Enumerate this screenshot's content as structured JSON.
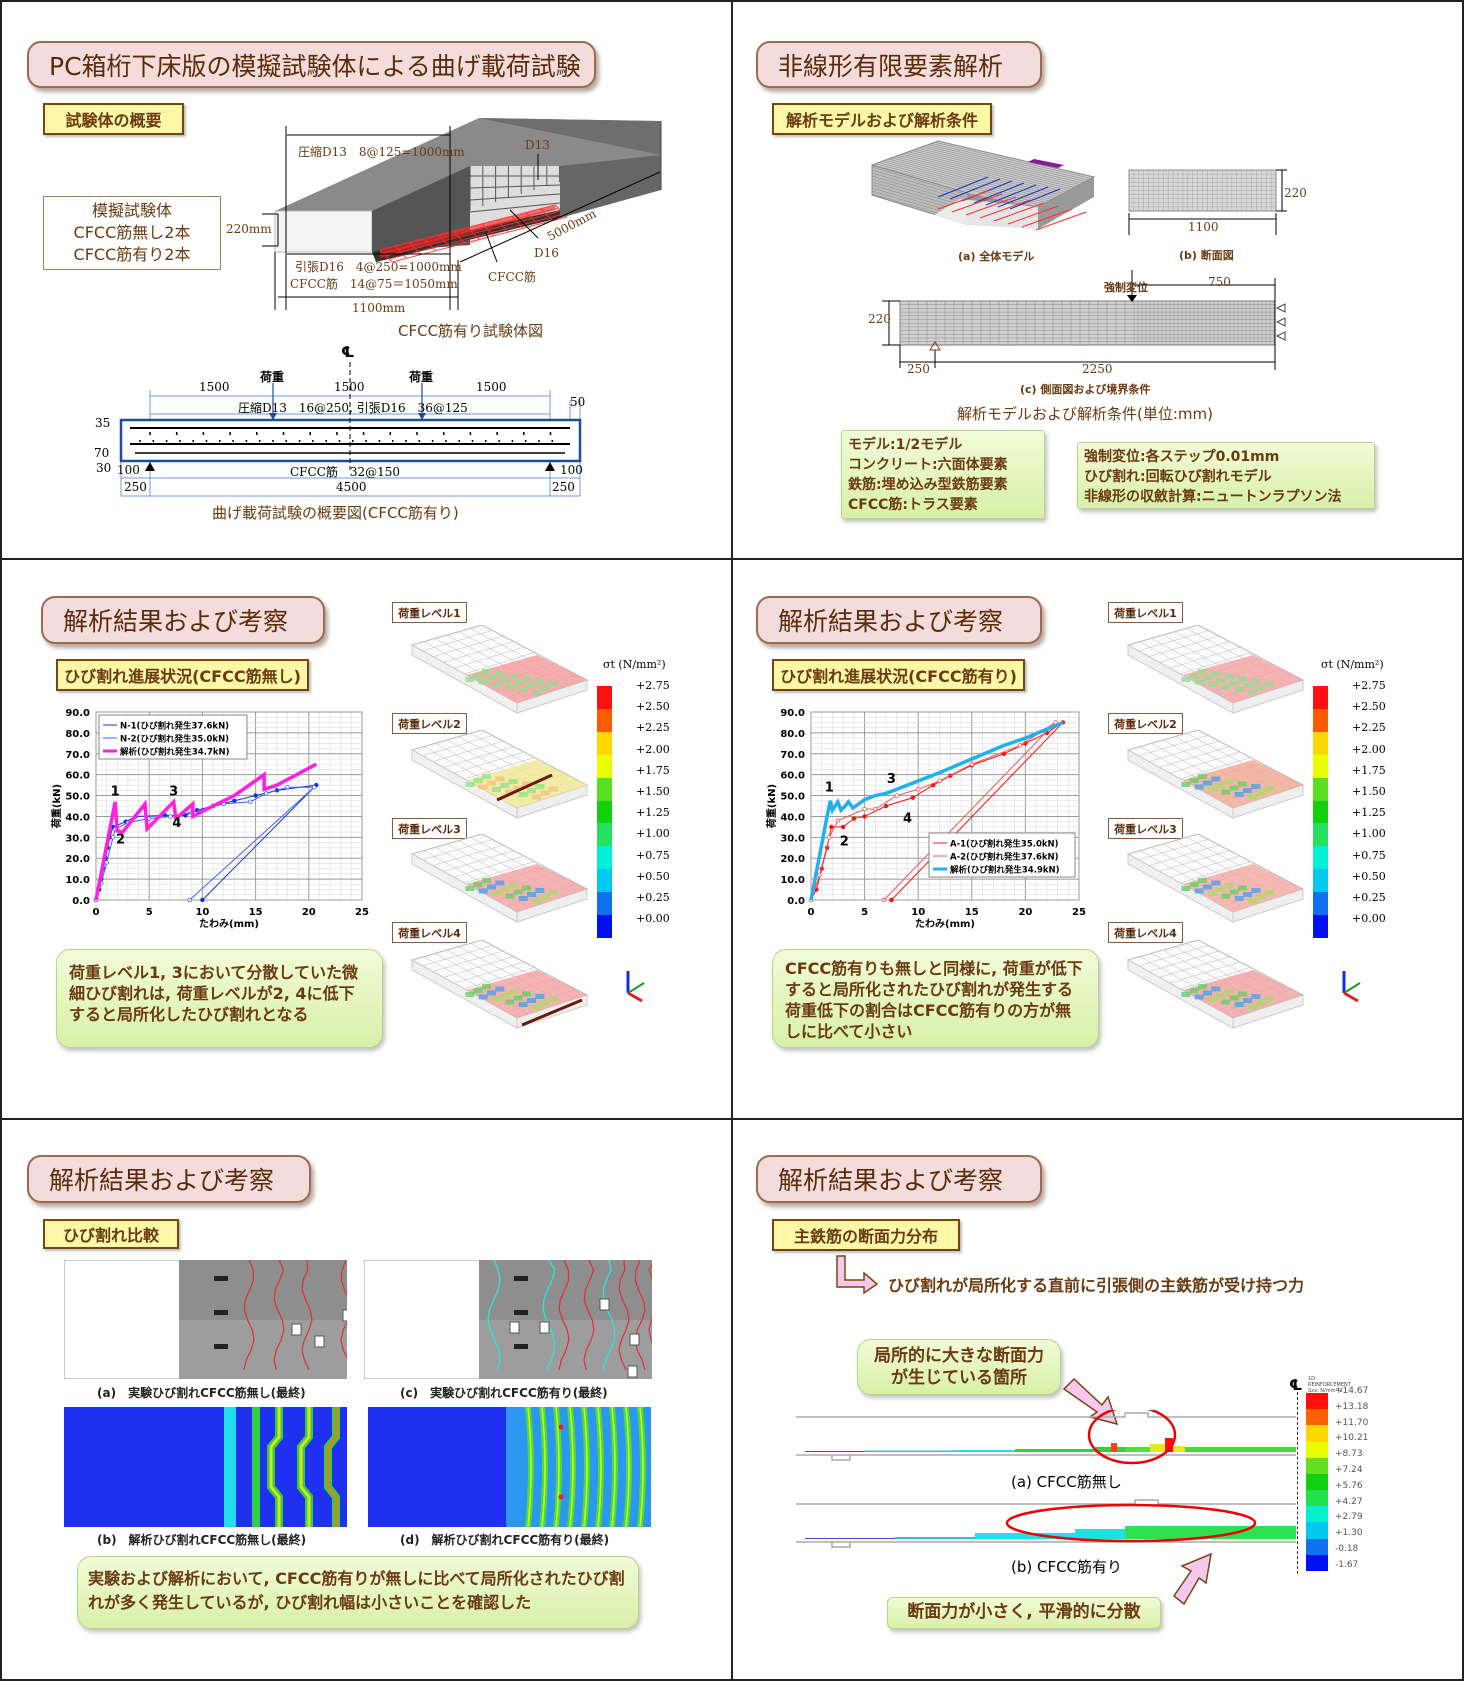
{
  "slide1": {
    "title": "PC箱桁下床版の模擬試験体による曲げ載荷試験",
    "subtitle": "試験体の概要",
    "specimen_box": [
      "模擬試験体",
      "CFCC筋無し2本",
      "CFCC筋有り2本"
    ],
    "specimen_labels": {
      "compression": "圧縮D13　8@125=1000mm",
      "d13": "D13",
      "height": "220mm",
      "length": "5000mm",
      "d16": "D16",
      "tension": "引張D16　4@250=1000mm",
      "cfcc_spacing": "CFCC筋　14@75＝1050mm",
      "cfcc": "CFCC筋",
      "width": "1100mm"
    },
    "specimen_caption": "CFCC筋有り試験体図",
    "beam": {
      "centerline": "℄",
      "load_left": "荷重",
      "load_right": "荷重",
      "span_left": "1500",
      "span_mid": "1500",
      "span_right": "1500",
      "rebar_text": "圧縮D13　16@250, 引張D16　36@125",
      "dim_50": "50",
      "dim_35": "35",
      "dim_70": "70",
      "dim_30": "30",
      "dim_100_left": "100",
      "cfcc_text": "CFCC筋　32@150",
      "dim_100_right": "100",
      "dim_250_left": "250",
      "dim_4500": "4500",
      "dim_250_right": "250"
    },
    "beam_caption": "曲げ載荷試験の概要図(CFCC筋有り)"
  },
  "slide2": {
    "title": "非線形有限要素解析",
    "subtitle": "解析モデルおよび解析条件",
    "cap_a": "(a) 全体モデル",
    "cap_b": "(b) 断面図",
    "dim_1100": "1100",
    "dim_220_b": "220",
    "forced": "強制変位",
    "dim_750": "750",
    "dim_220_c": "220",
    "dim_250": "250",
    "dim_2250": "2250",
    "cap_c": "(c) 側面図および境界条件",
    "figure_caption": "解析モデルおよび解析条件(単位:mm)",
    "left_box": [
      "モデル:1/2モデル",
      "コンクリート:六面体要素",
      "鉄筋:埋め込み型鉄筋要素",
      "CFCC筋:トラス要素"
    ],
    "right_box": [
      "強制変位:各ステップ0.01mm",
      "ひび割れ:回転ひび割れモデル",
      "非線形の収斂計算:ニュートンラプソン法"
    ]
  },
  "slide3": {
    "title": "解析結果および考察",
    "subtitle": "ひび割れ進展状況(CFCC筋無し)",
    "levels": [
      "荷重レベル1",
      "荷重レベル2",
      "荷重レベル3",
      "荷重レベル4"
    ],
    "note": "荷重レベル1, 3において分散していた微細ひび割れは, 荷重レベルが2, 4に低下すると局所化したひび割れとなる"
  },
  "slide4": {
    "title": "解析結果および考察",
    "subtitle": "ひび割れ進展状況(CFCC筋有り)",
    "levels": [
      "荷重レベル1",
      "荷重レベル2",
      "荷重レベル3",
      "荷重レベル4"
    ],
    "note": "CFCC筋有りも無しと同様に, 荷重が低下すると局所化されたひび割れが発生する荷重低下の割合はCFCC筋有りの方が無しに比べて小さい"
  },
  "stress_colorbar": {
    "title": "σt (N/mm²)",
    "labels": [
      "+2.75",
      "+2.50",
      "+2.25",
      "+2.00",
      "+1.75",
      "+1.50",
      "+1.25",
      "+1.00",
      "+0.75",
      "+0.50",
      "+0.25",
      "+0.00"
    ],
    "colors": [
      "#ff1010",
      "#ff5a00",
      "#ffd800",
      "#e8ff00",
      "#58e020",
      "#10d010",
      "#28e060",
      "#00f0d8",
      "#00c8f0",
      "#1070f0",
      "#0010f0"
    ]
  },
  "slide5": {
    "title": "解析結果および考察",
    "subtitle": "ひび割れ比較",
    "cap_a": "(a)　実験ひび割れCFCC筋無し(最終)",
    "cap_c": "(c)　実験ひび割れCFCC筋有り(最終)",
    "cap_b": "(b)　解析ひび割れCFCC筋無し(最終)",
    "cap_d": "(d)　解析ひび割れCFCC筋有り(最終)",
    "note": "実験および解析において, CFCC筋有りが無しに比べて局所化されたひび割れが多く発生しているが, ひび割れ幅は小さいことを確認した"
  },
  "slide6": {
    "title": "解析結果および考察",
    "subtitle": "主鉄筋の断面力分布",
    "arrow_text": "ひび割れが局所化する直前に引張側の主鉄筋が受け持つ力",
    "callout_top": "局所的に大きな断面力が生じている箇所",
    "cap_a": "(a)  CFCC筋無し",
    "cap_b": "(b)  CFCC筋有り",
    "callout_bottom": "断面力が小さく, 平滑的に分散",
    "centerline": "℄",
    "colorbar_title": "1D REINFORCEMENT Sxx, N/mm^2",
    "colorbar_labels": [
      "+14.67",
      "+13.18",
      "+11.70",
      "+10.21",
      "+8.73",
      "+7.24",
      "+5.76",
      "+4.27",
      "+2.79",
      "+1.30",
      "-0.18",
      "-1.67"
    ],
    "colorbar_colors": [
      "#ff1010",
      "#ff6000",
      "#ffd800",
      "#e8ff00",
      "#60e020",
      "#10d010",
      "#20e050",
      "#00f0d0",
      "#00c8f0",
      "#1070f0",
      "#0010f0"
    ]
  },
  "chart_data": [
    {
      "type": "line",
      "title": "",
      "xlabel": "たわみ(mm)",
      "ylabel": "荷重(kN)",
      "xlim": [
        0,
        25
      ],
      "ylim": [
        0,
        90
      ],
      "xticks": [
        "0",
        "5",
        "10",
        "15",
        "20",
        "25"
      ],
      "yticks": [
        "0.0",
        "10.0",
        "20.0",
        "30.0",
        "40.0",
        "50.0",
        "60.0",
        "70.0",
        "80.0",
        "90.0"
      ],
      "grid": true,
      "legend": "top-left",
      "series": [
        {
          "name": "N-1(ひび割れ発生37.6kN)",
          "color": "#1030e0",
          "marker": "filled",
          "x": [
            0,
            0.3,
            0.5,
            0.7,
            0.9,
            1.1,
            1.3,
            1.6,
            2.8,
            3.7,
            6.5,
            8.4,
            9.5,
            11,
            13,
            15,
            17,
            20.7,
            10
          ],
          "y": [
            0,
            5,
            10,
            15,
            20,
            25,
            30,
            35,
            37.5,
            40,
            40.5,
            40.5,
            43,
            45,
            47.5,
            50,
            52.5,
            55,
            0
          ]
        },
        {
          "name": "N-2(ひび割れ発生35.0kN)",
          "color": "#4060ff",
          "marker": "open",
          "x": [
            0,
            0.5,
            1,
            1.6,
            1.8,
            3,
            5,
            7,
            9,
            12,
            14.5,
            16,
            18,
            20.5,
            8.8
          ],
          "y": [
            0,
            8,
            18,
            30,
            34,
            37,
            39,
            40,
            42,
            46,
            47,
            51,
            54,
            54,
            0
          ]
        },
        {
          "name": "解析(ひび割れ発生34.7kN)",
          "color": "#ff20e0",
          "marker": "thick",
          "x": [
            0,
            1.8,
            2,
            2.5,
            4.6,
            4.8,
            7.3,
            7.5,
            9.1,
            9.1,
            11,
            13,
            15.8,
            15.8,
            17,
            20.7
          ],
          "y": [
            0,
            47,
            33,
            32.5,
            46,
            34,
            47,
            39,
            46,
            40,
            45,
            50,
            60,
            53,
            55,
            65
          ]
        }
      ],
      "annotations": [
        {
          "text": "1",
          "x": 1.8,
          "y": 50
        },
        {
          "text": "2",
          "x": 2.3,
          "y": 27
        },
        {
          "text": "3",
          "x": 7.3,
          "y": 50
        },
        {
          "text": "4",
          "x": 7.6,
          "y": 35
        }
      ]
    },
    {
      "type": "line",
      "title": "",
      "xlabel": "たわみ(mm)",
      "ylabel": "荷重(kN)",
      "xlim": [
        0,
        25
      ],
      "ylim": [
        0,
        90
      ],
      "xticks": [
        "0",
        "5",
        "10",
        "15",
        "20",
        "25"
      ],
      "yticks": [
        "0.0",
        "10.0",
        "20.0",
        "30.0",
        "40.0",
        "50.0",
        "60.0",
        "70.0",
        "80.0",
        "90.0"
      ],
      "grid": true,
      "legend": "bottom-right",
      "series": [
        {
          "name": "A-1(ひび割れ発生35.0kN)",
          "color": "#ff1010",
          "marker": "filled",
          "x": [
            0,
            0.5,
            1,
            1.5,
            1.9,
            3,
            4,
            5,
            7,
            9.5,
            11.4,
            13,
            15,
            18,
            20,
            22,
            23.5,
            7.5
          ],
          "y": [
            0,
            5,
            15,
            25,
            35,
            35,
            39,
            40,
            45,
            49,
            55,
            59.5,
            64.5,
            70,
            75,
            80,
            85,
            0
          ]
        },
        {
          "name": "A-2(ひび割れ発生37.6kN)",
          "color": "#ff5050",
          "marker": "open",
          "x": [
            0,
            0.8,
            1.7,
            2.5,
            5,
            6,
            8,
            10,
            12,
            15,
            19.5,
            22.8,
            6.8
          ],
          "y": [
            0,
            12,
            30,
            38,
            43.5,
            43.5,
            50,
            53,
            57,
            65,
            74,
            85,
            0
          ]
        },
        {
          "name": "解析(ひび割れ発生34.9kN)",
          "color": "#20b0f0",
          "marker": "thick",
          "x": [
            0,
            1.5,
            1.8,
            2,
            2.5,
            2.8,
            3.2,
            3.5,
            3.9,
            5,
            6,
            7,
            8,
            10,
            12,
            15,
            18,
            20,
            23.5
          ],
          "y": [
            0,
            40,
            47.5,
            43,
            47,
            43,
            45,
            47,
            44,
            48,
            50,
            51,
            53,
            57,
            61,
            67.5,
            74,
            77.5,
            85
          ]
        }
      ],
      "annotations": [
        {
          "text": "1",
          "x": 1.7,
          "y": 52
        },
        {
          "text": "2",
          "x": 3.1,
          "y": 26
        },
        {
          "text": "3",
          "x": 7.5,
          "y": 56
        },
        {
          "text": "4",
          "x": 9,
          "y": 37
        }
      ]
    }
  ]
}
